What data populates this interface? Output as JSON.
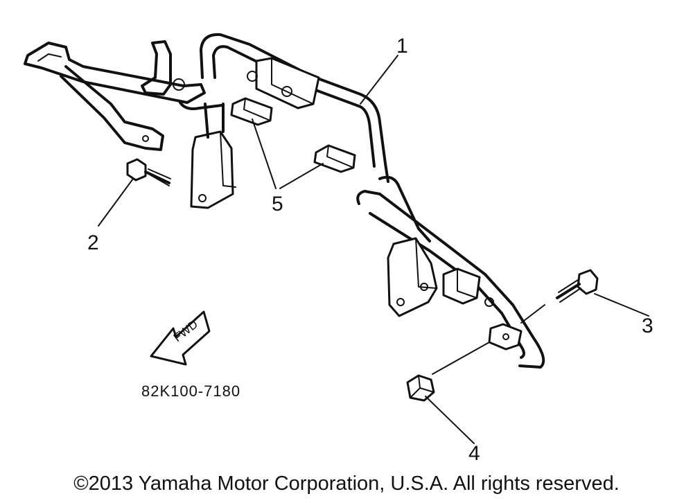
{
  "callouts": {
    "c1": "1",
    "c2": "2",
    "c3": "3",
    "c4": "4",
    "c5": "5"
  },
  "fwd_label": "FWD",
  "part_code": "82K100-7180",
  "copyright": "©2013 Yamaha Motor Corporation, U.S.A. All rights reserved.",
  "colors": {
    "line": "#111111",
    "background": "#ffffff"
  }
}
